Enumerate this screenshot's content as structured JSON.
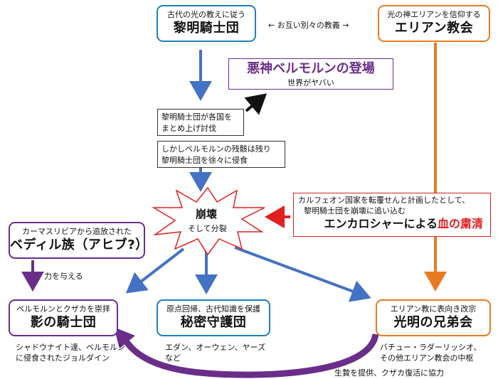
{
  "colors": {
    "blue": "#1f7fbf",
    "orange": "#e87b22",
    "purple": "#6a2e8a",
    "arrow_blue": "#4472c4",
    "red": "#e02020",
    "black": "#111111"
  },
  "dawn": {
    "sub": "古代の光の教えに従う",
    "title": "黎明騎士団"
  },
  "elian": {
    "sub": "光の神エリアンを信仰する",
    "title": "エリアン教会"
  },
  "relation": "← お互い別々の教義 →",
  "evil": {
    "title": "悪神ベルモルンの登場",
    "sub": "世界がヤバい"
  },
  "note1": {
    "line1": "黎明騎士団が各国を",
    "line2": "まとめ上げ討伐"
  },
  "note2": {
    "line1": "しかしベルモルンの残骸は残り",
    "line2": "黎明騎士団を徐々に侵食"
  },
  "collapse": {
    "title": "崩壊",
    "sub": "そして分裂"
  },
  "purge": {
    "line1": "カルフェオン国家を転覆せんと計画したとして、",
    "line2": "黎明騎士団を崩壊に追い込む",
    "title_a": "エンカロシャーによる",
    "title_b": "血の粛清"
  },
  "bedil": {
    "sub": "カーマスリビアから追放された",
    "title": "ベディル族（アヒブ?）"
  },
  "give_power": "力を与える",
  "shadow": {
    "sub": "ベルモルンとクザカを崇拝",
    "title": "影の騎士団",
    "note1": "シャドウナイト達、ベルモルン",
    "note2": "に侵食されたジョルダイン"
  },
  "secret": {
    "sub": "原点回帰、古代知識を保護",
    "title": "秘密守護団",
    "note1": "エダン、オーウェン、ヤーズ",
    "note2": "など"
  },
  "brother": {
    "sub": "エリアン教に表向き改宗",
    "title": "光明の兄弟会",
    "note1": "バチュー・ラダーリッシオ、",
    "note2": "その他エリアン教会の中枢"
  },
  "sacrifice": "生贄を提供、クザカ復活に協力"
}
